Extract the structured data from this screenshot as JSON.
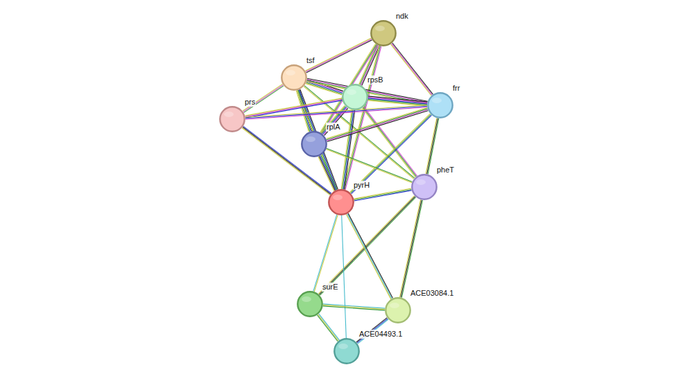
{
  "diagram": {
    "nodes": [
      {
        "text": [
          "ndk"
        ]
      },
      {
        "text": [
          "tsf"
        ]
      },
      {
        "text": [
          "rpsB"
        ]
      },
      {
        "text": [
          "frr"
        ]
      },
      {
        "text": [
          "prs"
        ]
      },
      {
        "text": [
          "rplA"
        ]
      },
      {
        "text": [
          "pheT"
        ]
      },
      {
        "text": [
          "pyrH"
        ]
      },
      {
        "text": [
          "surE"
        ]
      },
      {
        "text": [
          "ACE03084.1"
        ]
      },
      {
        "text": [
          "ACE04493.1"
        ]
      }
    ],
    "edges": [
      {
        "from": 0,
        "to": 1,
        "arrow": "none"
      },
      {
        "from": 0,
        "to": 2,
        "arrow": "none"
      },
      {
        "from": 0,
        "to": 3,
        "arrow": "none"
      },
      {
        "from": 0,
        "to": 5,
        "arrow": "none"
      },
      {
        "from": 0,
        "to": 7,
        "arrow": "none"
      },
      {
        "from": 1,
        "to": 2,
        "arrow": "none"
      },
      {
        "from": 1,
        "to": 3,
        "arrow": "none"
      },
      {
        "from": 1,
        "to": 4,
        "arrow": "none"
      },
      {
        "from": 1,
        "to": 5,
        "arrow": "none"
      },
      {
        "from": 1,
        "to": 7,
        "arrow": "none"
      },
      {
        "from": 1,
        "to": 6,
        "arrow": "none"
      },
      {
        "from": 2,
        "to": 3,
        "arrow": "none"
      },
      {
        "from": 2,
        "to": 4,
        "arrow": "none"
      },
      {
        "from": 2,
        "to": 5,
        "arrow": "none"
      },
      {
        "from": 2,
        "to": 7,
        "arrow": "none"
      },
      {
        "from": 2,
        "to": 6,
        "arrow": "none"
      },
      {
        "from": 3,
        "to": 4,
        "arrow": "none"
      },
      {
        "from": 3,
        "to": 5,
        "arrow": "none"
      },
      {
        "from": 3,
        "to": 7,
        "arrow": "none"
      },
      {
        "from": 3,
        "to": 6,
        "arrow": "none"
      },
      {
        "from": 4,
        "to": 7,
        "arrow": "none"
      },
      {
        "from": 5,
        "to": 7,
        "arrow": "none"
      },
      {
        "from": 5,
        "to": 6,
        "arrow": "none"
      },
      {
        "from": 6,
        "to": 7,
        "arrow": "none"
      },
      {
        "from": 6,
        "to": 8,
        "arrow": "none"
      },
      {
        "from": 6,
        "to": 9,
        "arrow": "none"
      },
      {
        "from": 7,
        "to": 8,
        "arrow": "none"
      },
      {
        "from": 7,
        "to": 9,
        "arrow": "none"
      },
      {
        "from": 7,
        "to": 10,
        "arrow": "none"
      },
      {
        "from": 8,
        "to": 9,
        "arrow": "none"
      },
      {
        "from": 8,
        "to": 10,
        "arrow": "none"
      },
      {
        "from": 9,
        "to": 10,
        "arrow": "none"
      }
    ]
  }
}
